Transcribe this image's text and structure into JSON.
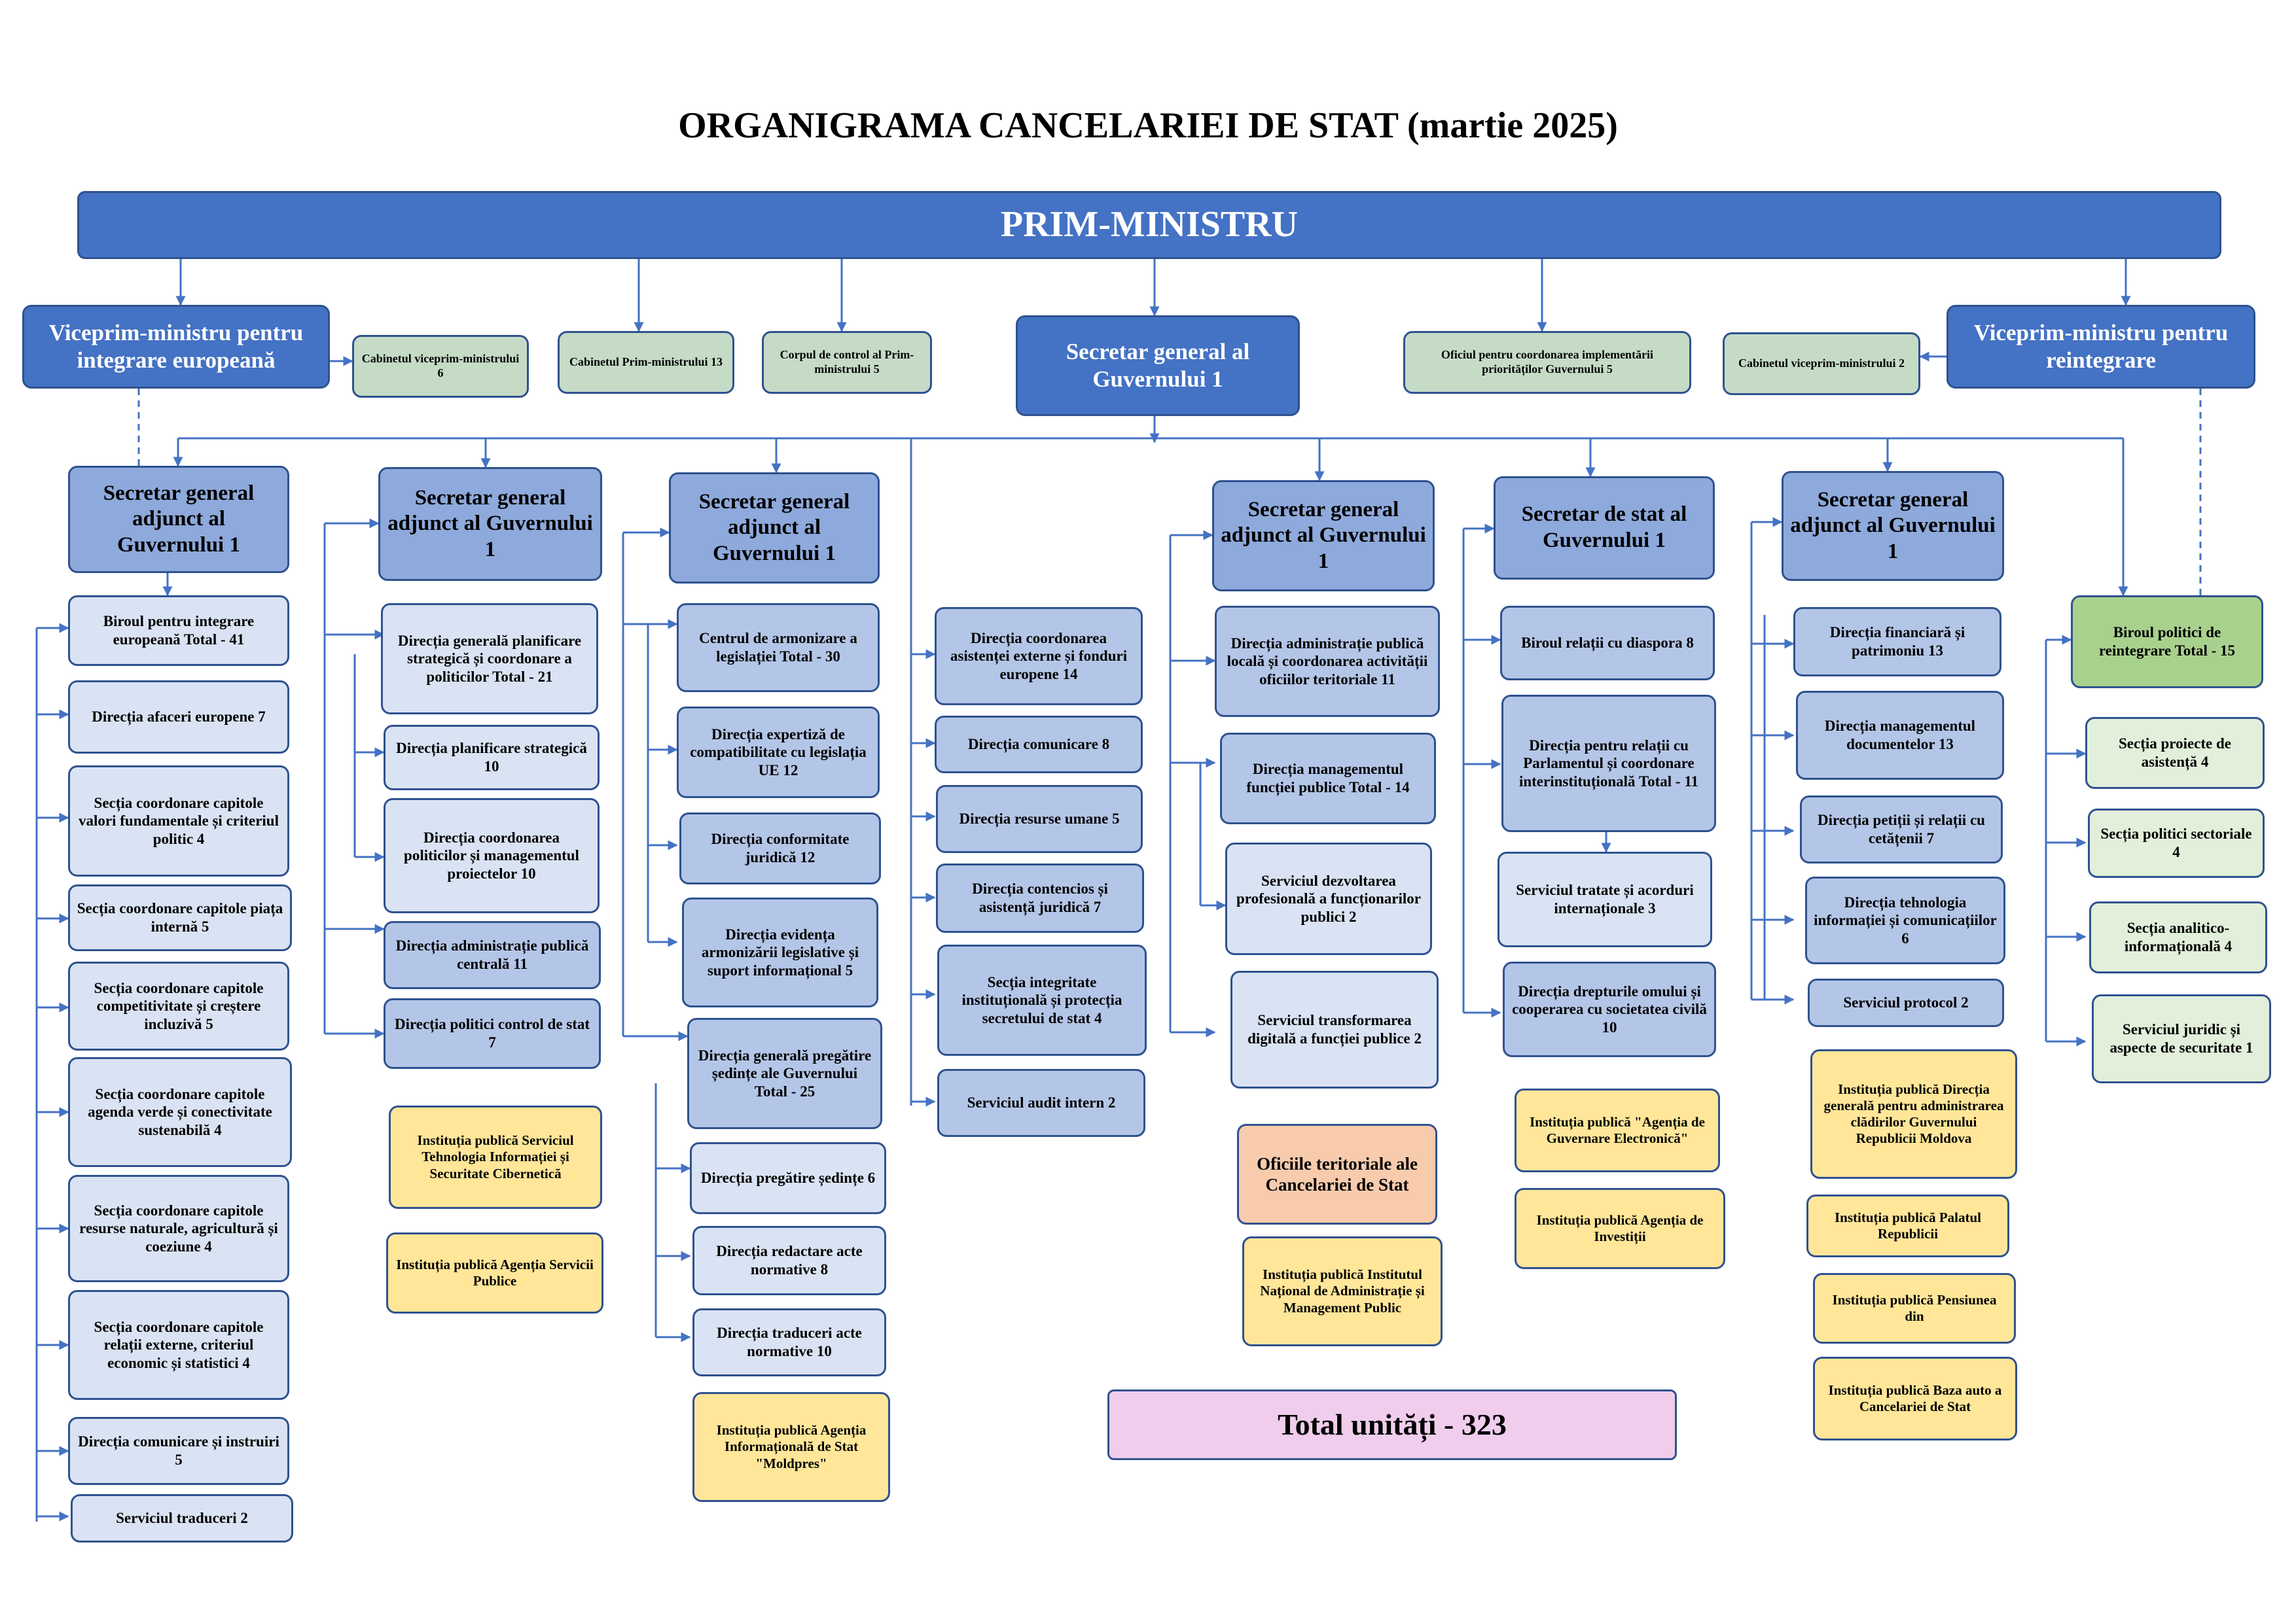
{
  "title": "ORGANIGRAMA CANCELARIEI DE STAT (martie 2025)",
  "pm": "PRIM-MINISTRU",
  "top": {
    "vpm_eu": "Viceprim-ministru pentru integrare europeană",
    "cab_vpm6": "Cabinetul viceprim-ministrului 6",
    "cab_pm13": "Cabinetul Prim-ministrului 13",
    "corp": "Corpul de control al Prim-ministrului 5",
    "sg": "Secretar general al Guvernului 1",
    "oficiu": "Oficiul pentru coordonarea implementării priorităților Guvernului 5",
    "cab_vpm2": "Cabinetul viceprim-ministrului 2",
    "vpm_re": "Viceprim-ministru pentru reintegrare"
  },
  "col1": {
    "head": "Secretar general adjunct al Guvernului 1",
    "items": [
      "Biroul pentru integrare europeană  Total - 41",
      "Direcția afaceri europene 7",
      "Secția coordonare capitole valori fundamentale și criteriul politic  4",
      "Secția coordonare capitole piața internă  5",
      "Secția coordonare capitole competitivitate și creștere incluzivă  5",
      "Secția coordonare capitole agenda verde și conectivitate sustenabilă  4",
      "Secția coordonare capitole resurse naturale, agricultură și coeziune  4",
      "Secția coordonare capitole relații externe, criteriul economic și statistici  4",
      "Direcția comunicare și instruiri  5",
      "Serviciul traduceri  2"
    ]
  },
  "col2": {
    "head": "Secretar general adjunct al Guvernului  1",
    "items": [
      "Direcția generală planificare strategică și coordonare a politicilor   Total - 21",
      "Direcția planificare strategică 10",
      "Direcția coordonarea politicilor și managementul proiectelor  10",
      "Direcția administrație publică centrală  11",
      "Direcția politici control de stat  7"
    ],
    "inst": [
      "Instituția publică Serviciul Tehnologia Informației și Securitate Cibernetică",
      "Instituția publică Agenția Servicii Publice"
    ]
  },
  "col3": {
    "head": "Secretar general adjunct al Guvernului 1",
    "items": [
      "Centrul de armonizare a legislației  Total - 30",
      "Direcția expertiză de compatibilitate cu legislația UE  12",
      "Direcția conformitate juridică   12",
      "Direcția evidența armonizării legislative  și suport informațional 5",
      "Direcția generală pregătire ședințe ale Guvernului  Total -  25",
      "Direcția pregătire ședințe  6",
      "Direcția redactare acte normative 8",
      "Direcția traduceri acte normative  10"
    ],
    "inst": [
      "Instituția publică Agenția Informațională de Stat \"Moldpres\""
    ]
  },
  "col4": {
    "items": [
      "Direcția coordonarea asistenței externe și fonduri europene 14",
      "Direcția comunicare 8",
      "Direcția resurse umane 5",
      "Direcția contencios și asistență juridică 7",
      "Secția integritate instituțională și protecția secretului de stat 4",
      "Serviciul audit intern 2"
    ]
  },
  "col5": {
    "head": "Secretar general adjunct al Guvernului 1",
    "items": [
      "Direcția administrație publică locală și coordonarea activității oficiilor teritoriale  11",
      "Direcția managementul funcției publice  Total - 14",
      "Serviciul dezvoltarea profesională a funcționarilor publici  2",
      "Serviciul transformarea digitală a funcției publice  2"
    ],
    "oficii": "Oficiile teritoriale ale Cancelariei de Stat",
    "inst": [
      "Instituția publică Institutul Național de Administrație și Management Public"
    ]
  },
  "col6": {
    "head": "Secretar de stat al Guvernului 1",
    "items": [
      "Biroul relații cu diaspora   8",
      "Direcția pentru relații cu Parlamentul și coordonare interinstituțională  Total  - 11",
      "Serviciul tratate și acorduri internaționale  3",
      "Direcția drepturile omului și cooperarea cu societatea civilă 10"
    ],
    "inst": [
      "Instituția publică \"Agenția de Guvernare Electronică\"",
      "Instituția publică Agenția de Investiții"
    ]
  },
  "col7": {
    "head": "Secretar general adjunct  al Guvernului 1",
    "items": [
      "Direcția financiară și patrimoniu 13",
      "Direcția managementul documentelor  13",
      "Direcția petiții și relații cu cetățenii  7",
      "Direcția tehnologia informației și comunicațiilor  6",
      "Serviciul protocol 2"
    ],
    "inst": [
      "Instituția publică Direcția generală pentru administrarea clădirilor Guvernului Republicii Moldova",
      "Instituția publică Palatul Republicii",
      "Instituția publică Pensiunea din",
      "Instituția publică Baza auto a Cancelariei de Stat"
    ]
  },
  "col8": {
    "head": "Biroul politici de reintegrare  Total - 15",
    "items": [
      "Secția proiecte de asistență  4",
      "Secția politici sectoriale 4",
      "Secția analitico-informațională  4",
      "Serviciul juridic și aspecte de securitate    1"
    ]
  },
  "total": "Total unități - 323"
}
